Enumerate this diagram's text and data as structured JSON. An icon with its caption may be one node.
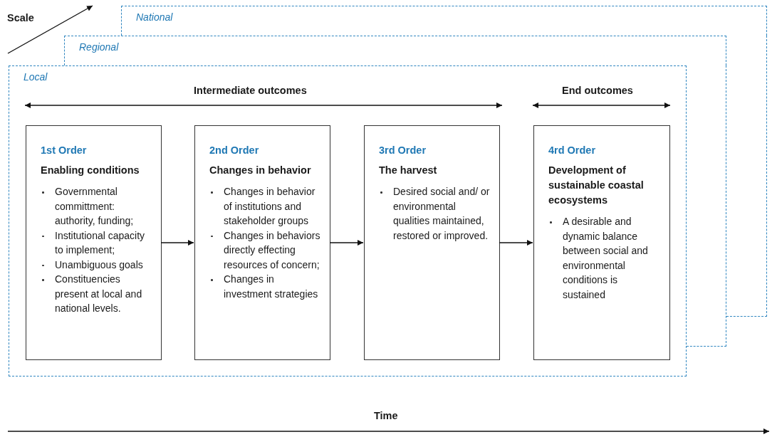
{
  "diagram": {
    "nodes": [
      {
        "text": [
          "National"
        ]
      },
      {
        "text": [
          "Regional"
        ]
      },
      {
        "text": [
          "Local"
        ]
      },
      {
        "text": [
          "1st Order",
          "Enabling conditions",
          "Governmental committment: authority, funding;",
          "Institutional capacity to implement;",
          "Unambiguous goals",
          "Constituencies present at local and national levels."
        ],
        "in": 2
      },
      {
        "text": [
          "2nd Order",
          "Changes in behavior",
          "Changes in behavior of institutions and stakeholder groups",
          "Changes in behaviors directly effecting resources of concern;",
          "Changes in investment strategies"
        ],
        "in": 2
      },
      {
        "text": [
          "3rd Order",
          "The harvest",
          "Desired social and/ or environmental qualities maintained, restored or improved."
        ],
        "in": 2
      },
      {
        "text": [
          "4rd Order",
          "Development of sustainable coastal ecosystems",
          "A desirable and dynamic balance between social and environmental conditions is sustained"
        ],
        "in": 2
      }
    ],
    "edges": [
      {
        "from": 3,
        "to": 4,
        "arrow": "to"
      },
      {
        "from": 4,
        "to": 5,
        "arrow": "to"
      },
      {
        "from": 5,
        "to": 6,
        "arrow": "to"
      }
    ],
    "labels": [
      "Scale",
      "Intermediate outcomes",
      "End outcomes",
      "Time"
    ]
  }
}
